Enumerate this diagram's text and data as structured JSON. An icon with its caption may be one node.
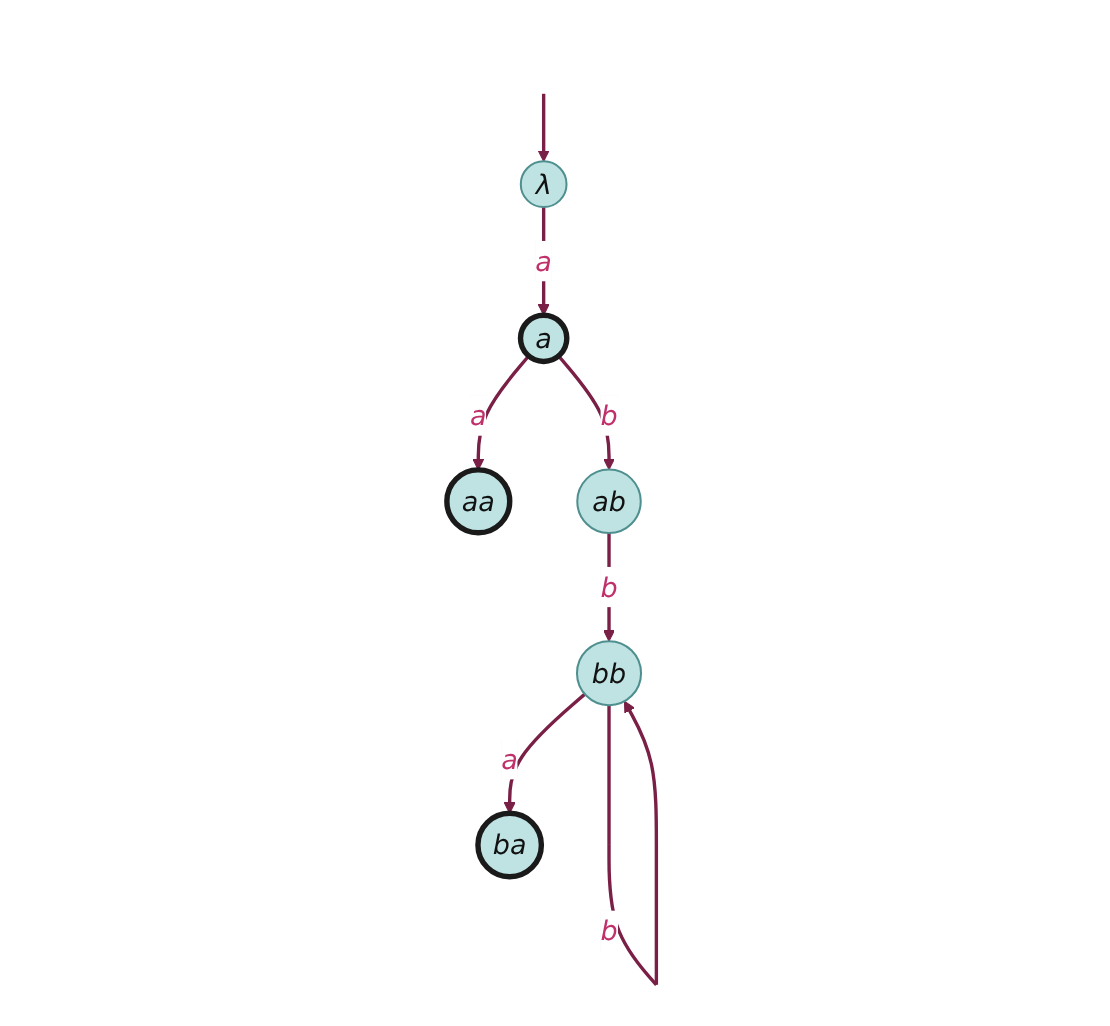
{
  "diagram": {
    "nodes": [
      {
        "text": [
          "λ"
        ]
      },
      {
        "text": [
          "a"
        ]
      },
      {
        "text": [
          "aa"
        ]
      },
      {
        "text": [
          "ab"
        ]
      },
      {
        "text": [
          "bb"
        ]
      },
      {
        "text": [
          "ba"
        ]
      }
    ],
    "edges": [
      {
        "from": null,
        "to": 0,
        "arrow": "to"
      },
      {
        "from": 0,
        "to": 1,
        "label": "a",
        "arrow": "to"
      },
      {
        "from": 1,
        "to": 2,
        "label": "a",
        "arrow": "to"
      },
      {
        "from": 1,
        "to": 3,
        "label": "b",
        "arrow": "to"
      },
      {
        "from": 3,
        "to": 4,
        "label": "b",
        "arrow": "to"
      },
      {
        "from": 4,
        "to": 5,
        "label": "a",
        "arrow": "to"
      },
      {
        "from": 4,
        "to": 4,
        "label": "b",
        "arrow": "to"
      }
    ]
  }
}
